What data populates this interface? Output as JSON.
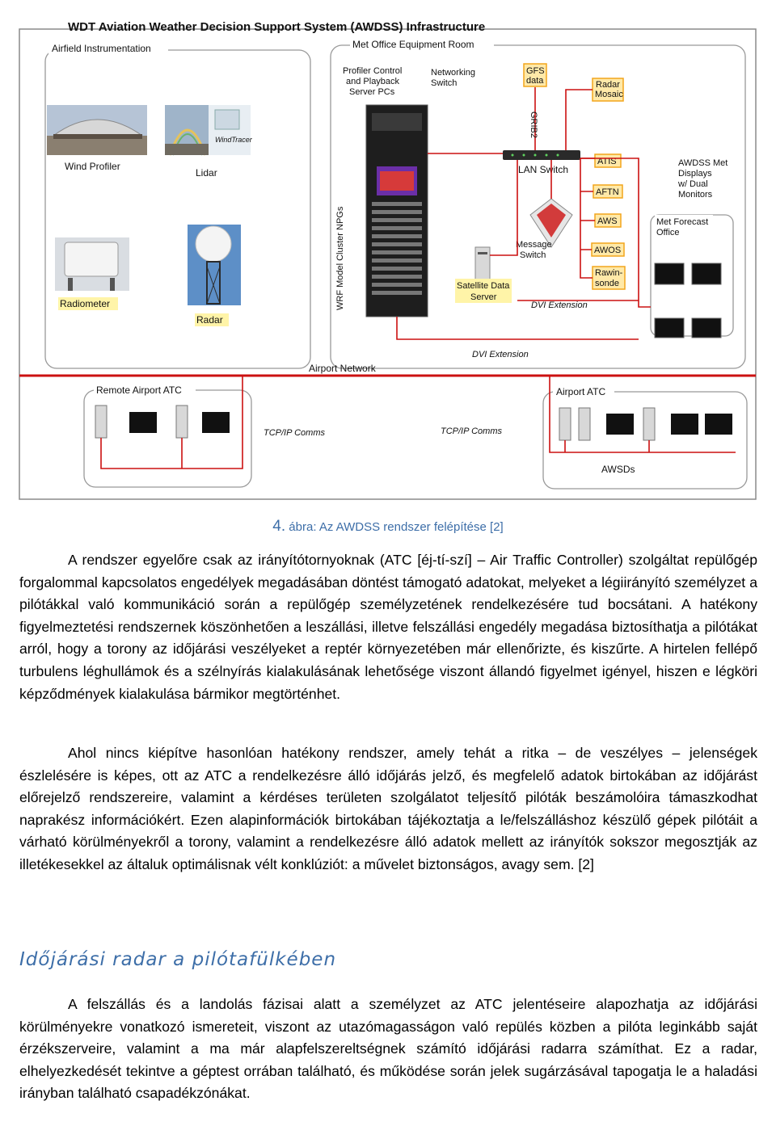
{
  "figure": {
    "title": "WDT Aviation Weather Decision Support System (AWDSS) Infrastructure",
    "airfield_label": "Airfield Instrumentation",
    "met_office_label": "Met Office Equipment Room",
    "wind_profiler": "Wind Profiler",
    "lidar": "Lidar",
    "windtracer_text": "WindTracer",
    "radiometer": "Radiometer",
    "radar": "Radar",
    "profiler_control": [
      "Profiler Control",
      "and Playback",
      "Server PCs"
    ],
    "networking_switch": [
      "Networking",
      "Switch"
    ],
    "gfs_data": [
      "GFS",
      "data"
    ],
    "grib2": "GRIB2",
    "radar_mosaic": [
      "Radar",
      "Mosaic"
    ],
    "lan_switch": "LAN Switch",
    "atis": "ATIS",
    "aftn": "AFTN",
    "aws": "AWS",
    "awos": "AWOS",
    "rawinsonde": [
      "Rawin-",
      "sonde"
    ],
    "awdss_displays": [
      "AWDSS Met",
      "Displays",
      "w/ Dual",
      "Monitors"
    ],
    "met_forecast": [
      "Met Forecast",
      "Office"
    ],
    "message_switch": [
      "Message",
      "Switch"
    ],
    "satellite_server": [
      "Satellite Data",
      "Server"
    ],
    "wrf_cluster": "WRF Model Cluster  NPGs",
    "dvi_extension_1": "DVI Extension",
    "dvi_extension_2": "DVI Extension",
    "airport_network": "Airport Network",
    "remote_atc": "Remote Airport ATC",
    "tcp_1": "TCP/IP Comms",
    "tcp_2": "TCP/IP Comms",
    "airport_atc": "Airport ATC",
    "awsds": "AWSDs"
  },
  "caption": {
    "number": "4.",
    "text": " ábra: Az AWDSS rendszer felépítése [2]"
  },
  "paragraph_1": "A rendszer egyelőre csak az irányítótornyoknak (ATC [éj-tí-szí] – Air Traffic Controller) szolgáltat repülőgép forgalommal kapcsolatos engedélyek megadásában döntést támogató adatokat, melyeket a légiirányító személyzet a pilótákkal való kommunikáció során a repülőgép személyzetének rendelkezésére tud bocsátani. A hatékony figyelmeztetési rendszernek köszönhetően a leszállási, illetve felszállási engedély megadása biztosíthatja a pilótákat arról, hogy a torony az időjárási veszélyeket a reptér környezetében már ellenőrizte, és kiszűrte. A hirtelen fellépő turbulens léghullámok és a szélnyírás kialakulásának lehetősége viszont állandó figyelmet igényel, hiszen e légköri képződmények kialakulása bármikor megtörténhet.",
  "paragraph_2": "Ahol nincs kiépítve hasonlóan hatékony rendszer, amely tehát a ritka – de veszélyes – jelenségek észlelésére is képes, ott az ATC a rendelkezésre álló időjárás jelző, és megfelelő adatok birtokában az időjárást előrejelző rendszereire, valamint a kérdéses területen szolgálatot teljesítő pilóták beszámolóira támaszkodhat naprakész információkért. Ezen alapinformációk birtokában tájékoztatja a le/felszálláshoz készülő gépek pilótáit a várható körülményekről a torony, valamint a rendelkezésre álló adatok mellett az irányítók sokszor megosztják az illetékesekkel az általuk optimálisnak vélt konklúziót: a művelet biztonságos, avagy sem. [2]",
  "heading": "Időjárási radar a pilótafülkében",
  "paragraph_3": "A felszállás és a landolás fázisai alatt a személyzet az ATC jelentéseire alapozhatja az időjárási körülményekre vonatkozó ismereteit, viszont az utazómagasságon való repülés közben a pilóta leginkább saját érzékszerveire, valamint a ma már alapfelszereltségnek számító időjárási radarra számíthat. Ez a radar, elhelyezkedését tekintve a géptest orrában található, és működése során jelek sugárzásával tapogatja le a haladási irányban található csapadékzónákat."
}
